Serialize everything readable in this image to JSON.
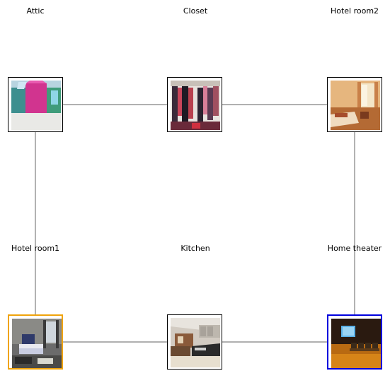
{
  "rooms": [
    {
      "id": "attic",
      "label": "Attic",
      "icon": "attic-photo-icon"
    },
    {
      "id": "closet",
      "label": "Closet",
      "icon": "closet-photo-icon"
    },
    {
      "id": "hotel-room2",
      "label": "Hotel room2",
      "icon": "hotel-room-photo-icon"
    },
    {
      "id": "hotel-room1",
      "label": "Hotel room1",
      "icon": "hotel-bedroom-photo-icon",
      "highlight": "#f0a30a"
    },
    {
      "id": "kitchen",
      "label": "Kitchen",
      "icon": "kitchen-photo-icon"
    },
    {
      "id": "home-theater",
      "label": "Home theater",
      "icon": "home-theater-photo-icon",
      "highlight": "#0000dd"
    }
  ],
  "connections": [
    [
      "attic",
      "closet"
    ],
    [
      "closet",
      "hotel-room2"
    ],
    [
      "attic",
      "hotel-room1"
    ],
    [
      "hotel-room2",
      "home-theater"
    ],
    [
      "hotel-room1",
      "kitchen"
    ],
    [
      "kitchen",
      "home-theater"
    ]
  ],
  "colors": {
    "edge": "#808080",
    "border": "#000000"
  }
}
